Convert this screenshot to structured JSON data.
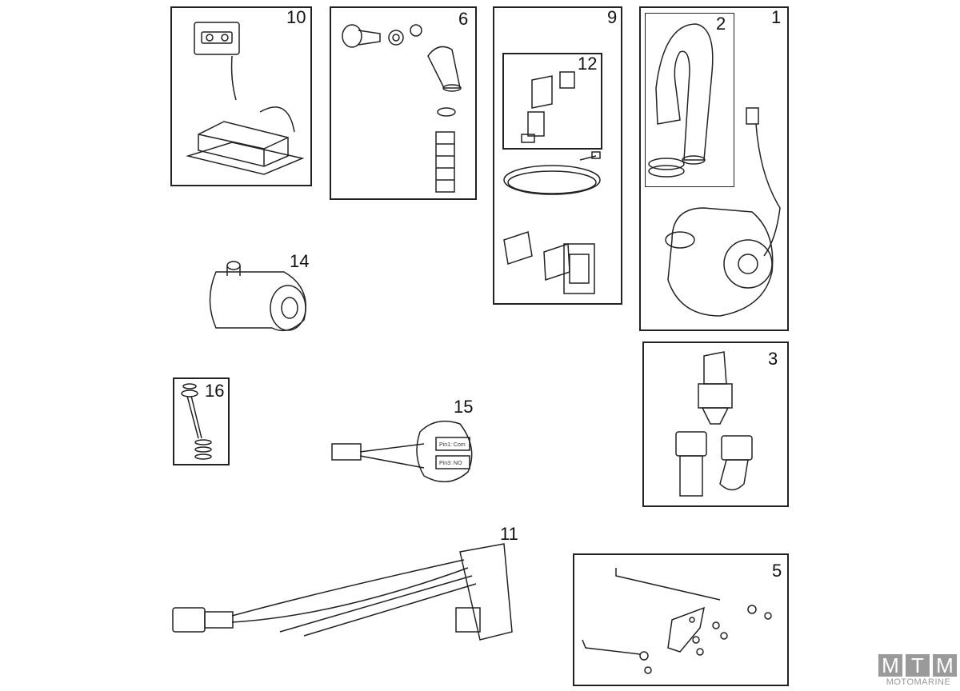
{
  "parts": [
    {
      "id": "10",
      "label": "10"
    },
    {
      "id": "6",
      "label": "6"
    },
    {
      "id": "9",
      "label": "9"
    },
    {
      "id": "12",
      "label": "12"
    },
    {
      "id": "2",
      "label": "2"
    },
    {
      "id": "1",
      "label": "1"
    },
    {
      "id": "14",
      "label": "14"
    },
    {
      "id": "3",
      "label": "3"
    },
    {
      "id": "16",
      "label": "16"
    },
    {
      "id": "15",
      "label": "15"
    },
    {
      "id": "11",
      "label": "11"
    },
    {
      "id": "5",
      "label": "5"
    }
  ],
  "switch_labels": {
    "pin1": "Pin1: Com",
    "pin3": "Pin3: NO"
  },
  "logo": {
    "letters": [
      "M",
      "T",
      "M"
    ],
    "brand": "MOTOMARINE"
  }
}
